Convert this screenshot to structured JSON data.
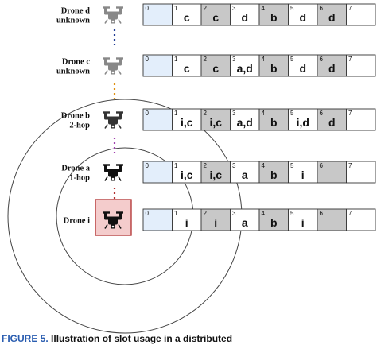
{
  "colors": {
    "self_slot": "#e3eefb",
    "occupied": "#c8c8c8",
    "free": "#ffffff",
    "ring": "#444444",
    "drone_gray": "#888888",
    "drone_black": "#111111",
    "self_box_fill": "#f4cccc",
    "self_box_stroke": "#b03030",
    "dot_blue": "#1f3a93",
    "dot_orange": "#e09010",
    "dot_purple": "#a040b0",
    "dot_red": "#b03030",
    "caption_accent": "#2a5db0"
  },
  "drones": [
    {
      "label_lines": [
        "Drone d",
        "unknown"
      ],
      "icon": "drone-gray-icon",
      "slots": [
        {
          "index": "0",
          "value": "",
          "state": "self"
        },
        {
          "index": "1",
          "value": "c",
          "state": "free"
        },
        {
          "index": "2",
          "value": "c",
          "state": "occupied"
        },
        {
          "index": "3",
          "value": "d",
          "state": "free"
        },
        {
          "index": "4",
          "value": "b",
          "state": "occupied"
        },
        {
          "index": "5",
          "value": "d",
          "state": "free"
        },
        {
          "index": "6",
          "value": "d",
          "state": "occupied"
        },
        {
          "index": "7",
          "value": "",
          "state": "free"
        }
      ]
    },
    {
      "label_lines": [
        "Drone c",
        "unknown"
      ],
      "icon": "drone-gray-icon",
      "slots": [
        {
          "index": "0",
          "value": "",
          "state": "self"
        },
        {
          "index": "1",
          "value": "c",
          "state": "free"
        },
        {
          "index": "2",
          "value": "c",
          "state": "occupied"
        },
        {
          "index": "3",
          "value": "a,d",
          "state": "free"
        },
        {
          "index": "4",
          "value": "b",
          "state": "occupied"
        },
        {
          "index": "5",
          "value": "d",
          "state": "free"
        },
        {
          "index": "6",
          "value": "d",
          "state": "occupied"
        },
        {
          "index": "7",
          "value": "",
          "state": "free"
        }
      ]
    },
    {
      "label_lines": [
        "Drone b",
        "2-hop"
      ],
      "icon": "drone-dark-icon",
      "slots": [
        {
          "index": "0",
          "value": "",
          "state": "self"
        },
        {
          "index": "1",
          "value": "i,c",
          "state": "free"
        },
        {
          "index": "2",
          "value": "i,c",
          "state": "occupied"
        },
        {
          "index": "3",
          "value": "a,d",
          "state": "free"
        },
        {
          "index": "4",
          "value": "b",
          "state": "occupied"
        },
        {
          "index": "5",
          "value": "i,d",
          "state": "free"
        },
        {
          "index": "6",
          "value": "d",
          "state": "occupied"
        },
        {
          "index": "7",
          "value": "",
          "state": "free"
        }
      ]
    },
    {
      "label_lines": [
        "Drone a",
        "1-hop"
      ],
      "icon": "drone-black-icon",
      "slots": [
        {
          "index": "0",
          "value": "",
          "state": "self"
        },
        {
          "index": "1",
          "value": "i,c",
          "state": "free"
        },
        {
          "index": "2",
          "value": "i,c",
          "state": "occupied"
        },
        {
          "index": "3",
          "value": "a",
          "state": "free"
        },
        {
          "index": "4",
          "value": "b",
          "state": "occupied"
        },
        {
          "index": "5",
          "value": "i",
          "state": "free"
        },
        {
          "index": "6",
          "value": "",
          "state": "occupied"
        },
        {
          "index": "7",
          "value": "",
          "state": "free"
        }
      ]
    },
    {
      "label_lines": [
        "Drone i"
      ],
      "icon": "drone-highlighted-icon",
      "slots": [
        {
          "index": "0",
          "value": "",
          "state": "self"
        },
        {
          "index": "1",
          "value": "i",
          "state": "free"
        },
        {
          "index": "2",
          "value": "i",
          "state": "occupied"
        },
        {
          "index": "3",
          "value": "a",
          "state": "free"
        },
        {
          "index": "4",
          "value": "b",
          "state": "occupied"
        },
        {
          "index": "5",
          "value": "i",
          "state": "free"
        },
        {
          "index": "6",
          "value": "",
          "state": "occupied"
        },
        {
          "index": "7",
          "value": "",
          "state": "free"
        }
      ]
    }
  ],
  "caption": {
    "figure": "FIGURE 5.",
    "text": "Illustration of slot usage in a distributed"
  }
}
